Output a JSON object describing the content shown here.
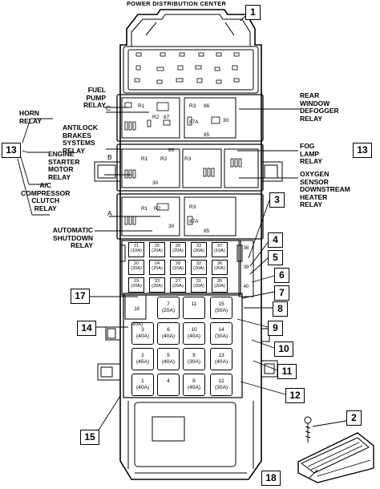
{
  "title": "POWER DISTRIBUTION CENTER",
  "callouts": [
    "1",
    "2",
    "3",
    "4",
    "5",
    "6",
    "7",
    "8",
    "9",
    "10",
    "11",
    "12",
    "13",
    "13",
    "14",
    "15",
    "17",
    "18"
  ],
  "labels": {
    "fuel_pump_relay": "FUEL\nPUMP\nRELAY",
    "horn_relay": "HORN\nRELAY",
    "antilock_relay": "ANTILOCK\nBRAKES\nSYSTEMS\nRELAY",
    "engine_starter_relay": "ENGINE\nSTARTER\nMOTOR\nRELAY",
    "ac_clutch_relay": "A/C\nCOMPRESSOR\nCLUTCH\nRELAY",
    "asd_relay": "AUTOMATIC\nSHUTDOWN\nRELAY",
    "rear_defogger_relay": "REAR\nWINDOW\nDEFOGGER\nRELAY",
    "fog_lamp_relay": "FOG\nLAMP\nRELAY",
    "o2_heater_relay": "OXYGEN\nSENSOR\nDOWNSTREAM\nHEATER\nRELAY"
  },
  "section_letters": [
    "C",
    "B",
    "A"
  ],
  "relay_terminals": [
    "R1",
    "R2",
    "R3",
    "85",
    "86",
    "87",
    "87A",
    "30"
  ],
  "maxi_fuses": [
    {
      "num": "7",
      "rating": "(20A)"
    },
    {
      "num": "11",
      "rating": ""
    },
    {
      "num": "15",
      "rating": "(50A)"
    },
    {
      "num": "3",
      "rating": "(40A)"
    },
    {
      "num": "6",
      "rating": "(40A)"
    },
    {
      "num": "10",
      "rating": "(40A)"
    },
    {
      "num": "14",
      "rating": "(30A)"
    },
    {
      "num": "2",
      "rating": "(40A)"
    },
    {
      "num": "5",
      "rating": "(40A)"
    },
    {
      "num": "9",
      "rating": "(30A)"
    },
    {
      "num": "13",
      "rating": "(40A)"
    },
    {
      "num": "1",
      "rating": "(40A)"
    },
    {
      "num": "4",
      "rating": ""
    },
    {
      "num": "8",
      "rating": "(40A)"
    },
    {
      "num": "12",
      "rating": "(30A)"
    }
  ],
  "mini_fuses_row1": [
    {
      "num": "21",
      "rating": "(10A)"
    },
    {
      "num": "25",
      "rating": "(20A)"
    },
    {
      "num": "29",
      "rating": "(20A)"
    },
    {
      "num": "33",
      "rating": "(20A)"
    },
    {
      "num": "37",
      "rating": "(10A)"
    }
  ],
  "mini_fuses_row2": [
    {
      "num": "20",
      "rating": "(20A)"
    },
    {
      "num": "24",
      "rating": "(20A)"
    },
    {
      "num": "28",
      "rating": "(15A)"
    },
    {
      "num": "32",
      "rating": "(20A)"
    },
    {
      "num": "36",
      "rating": "(20A)"
    }
  ],
  "mini_fuses_row3": [
    {
      "num": "19",
      "rating": "(20A)"
    },
    {
      "num": "23",
      "rating": "(20A)"
    },
    {
      "num": "27",
      "rating": "(20A)"
    },
    {
      "num": "31",
      "rating": "(20A)"
    },
    {
      "num": "35",
      "rating": "(20A)"
    }
  ],
  "side_fuse": {
    "num": "18",
    "rating": "(20A)"
  },
  "right_col_fuses": [
    "38",
    "39",
    "40"
  ]
}
